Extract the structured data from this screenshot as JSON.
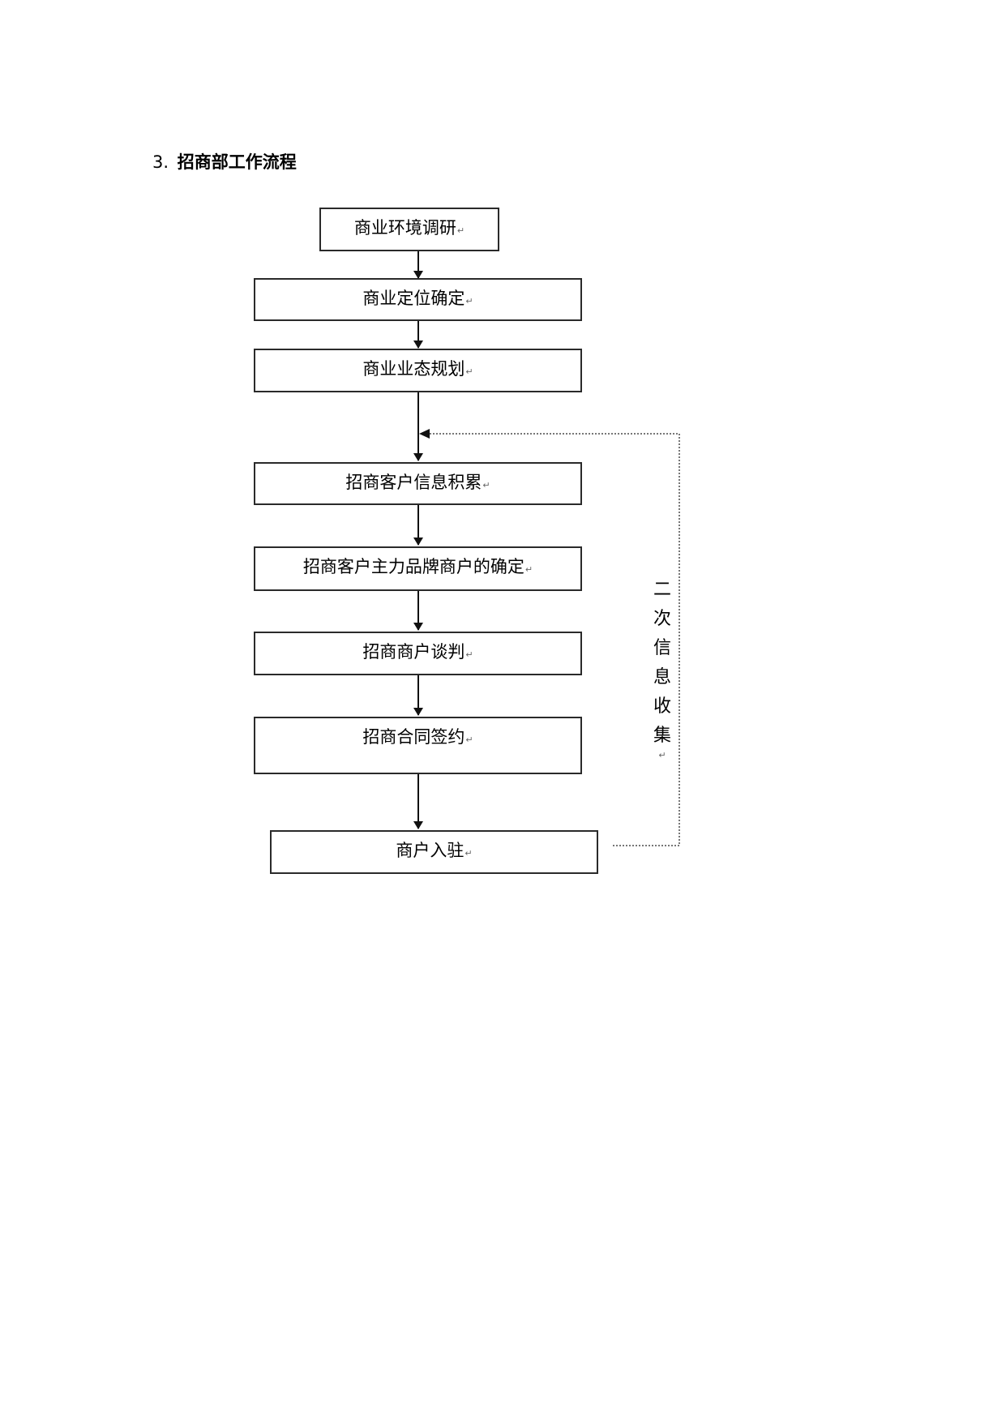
{
  "heading": {
    "number": "3.",
    "title": "招商部工作流程"
  },
  "para_mark": "↵",
  "flow": {
    "steps": [
      {
        "id": "step-1",
        "label": "商业环境调研"
      },
      {
        "id": "step-2",
        "label": "商业定位确定"
      },
      {
        "id": "step-3",
        "label": "商业业态规划"
      },
      {
        "id": "step-4",
        "label": "招商客户信息积累"
      },
      {
        "id": "step-5",
        "label": "招商客户主力品牌商户的确定"
      },
      {
        "id": "step-6",
        "label": "招商商户谈判"
      },
      {
        "id": "step-7",
        "label": "招商合同签约"
      },
      {
        "id": "step-8",
        "label": "商户入驻"
      }
    ],
    "feedback": {
      "label": "二次信息收集",
      "line_style": "dotted",
      "from": "step-8",
      "to": "step-4"
    }
  }
}
